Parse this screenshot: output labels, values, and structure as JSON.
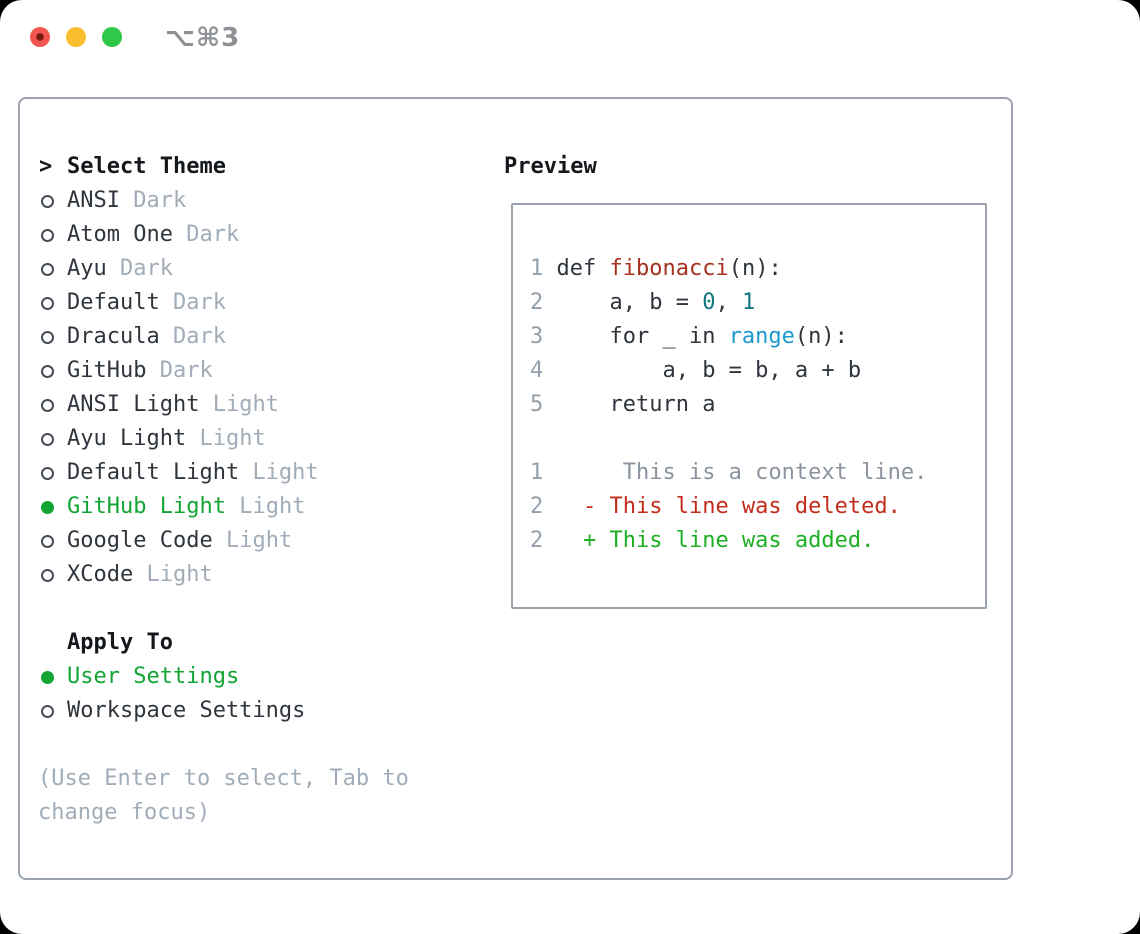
{
  "window": {
    "title": "⌥⌘3",
    "traffic_lights": [
      "close",
      "minimize",
      "zoom"
    ]
  },
  "colors": {
    "text": "#2f353c",
    "muted": "#a1acb8",
    "border": "#9aa3ae",
    "line_number": "#93a0ac",
    "accent_green": "#13a534",
    "func_red": "#a5301c",
    "number_teal": "#0d7580",
    "call_blue": "#1d98cd",
    "context_gray": "#8b949e",
    "deleted_red": "#c32d1c",
    "added_green": "#1eb024",
    "traffic_red": "#f2564d",
    "traffic_red_dot": "#7c1a14",
    "traffic_yellow": "#f9bd2f",
    "traffic_green": "#31c748"
  },
  "theme_panel": {
    "prompt": ">",
    "title": "Select Theme",
    "themes": [
      {
        "name": "ANSI",
        "variant": "Dark",
        "selected": false
      },
      {
        "name": "Atom One",
        "variant": "Dark",
        "selected": false
      },
      {
        "name": "Ayu",
        "variant": "Dark",
        "selected": false
      },
      {
        "name": "Default",
        "variant": "Dark",
        "selected": false
      },
      {
        "name": "Dracula",
        "variant": "Dark",
        "selected": false
      },
      {
        "name": "GitHub",
        "variant": "Dark",
        "selected": false
      },
      {
        "name": "ANSI Light",
        "variant": "Light",
        "selected": false
      },
      {
        "name": "Ayu Light",
        "variant": "Light",
        "selected": false
      },
      {
        "name": "Default Light",
        "variant": "Light",
        "selected": false
      },
      {
        "name": "GitHub Light",
        "variant": "Light",
        "selected": true
      },
      {
        "name": "Google Code",
        "variant": "Light",
        "selected": false
      },
      {
        "name": "XCode",
        "variant": "Light",
        "selected": false
      }
    ],
    "apply_to": {
      "title": "Apply To",
      "options": [
        {
          "label": "User Settings",
          "selected": true
        },
        {
          "label": "Workspace Settings",
          "selected": false
        }
      ]
    },
    "hint_lines": [
      "(Use Enter to select, Tab to",
      "change focus)"
    ]
  },
  "preview": {
    "title": "Preview",
    "lines": [
      {
        "num": "1",
        "parts": [
          {
            "t": "def ",
            "c": "code"
          },
          {
            "t": "fibonacci",
            "c": "func"
          },
          {
            "t": "(n):",
            "c": "code"
          }
        ]
      },
      {
        "num": "2",
        "parts": [
          {
            "t": "    a, b = ",
            "c": "code"
          },
          {
            "t": "0",
            "c": "num"
          },
          {
            "t": ", ",
            "c": "code"
          },
          {
            "t": "1",
            "c": "num"
          }
        ]
      },
      {
        "num": "3",
        "parts": [
          {
            "t": "    for _ in ",
            "c": "code"
          },
          {
            "t": "range",
            "c": "call"
          },
          {
            "t": "(n):",
            "c": "code"
          }
        ]
      },
      {
        "num": "4",
        "parts": [
          {
            "t": "        a, b = b, a + b",
            "c": "code"
          }
        ]
      },
      {
        "num": "5",
        "parts": [
          {
            "t": "    return a",
            "c": "code"
          }
        ]
      },
      {
        "num": "",
        "parts": []
      },
      {
        "num": "1",
        "parts": [
          {
            "t": "     This is a context line.",
            "c": "ctx"
          }
        ]
      },
      {
        "num": "2",
        "parts": [
          {
            "t": "  - This line was deleted.",
            "c": "del"
          }
        ]
      },
      {
        "num": "2",
        "parts": [
          {
            "t": "  + This line was added.",
            "c": "add"
          }
        ]
      }
    ]
  }
}
